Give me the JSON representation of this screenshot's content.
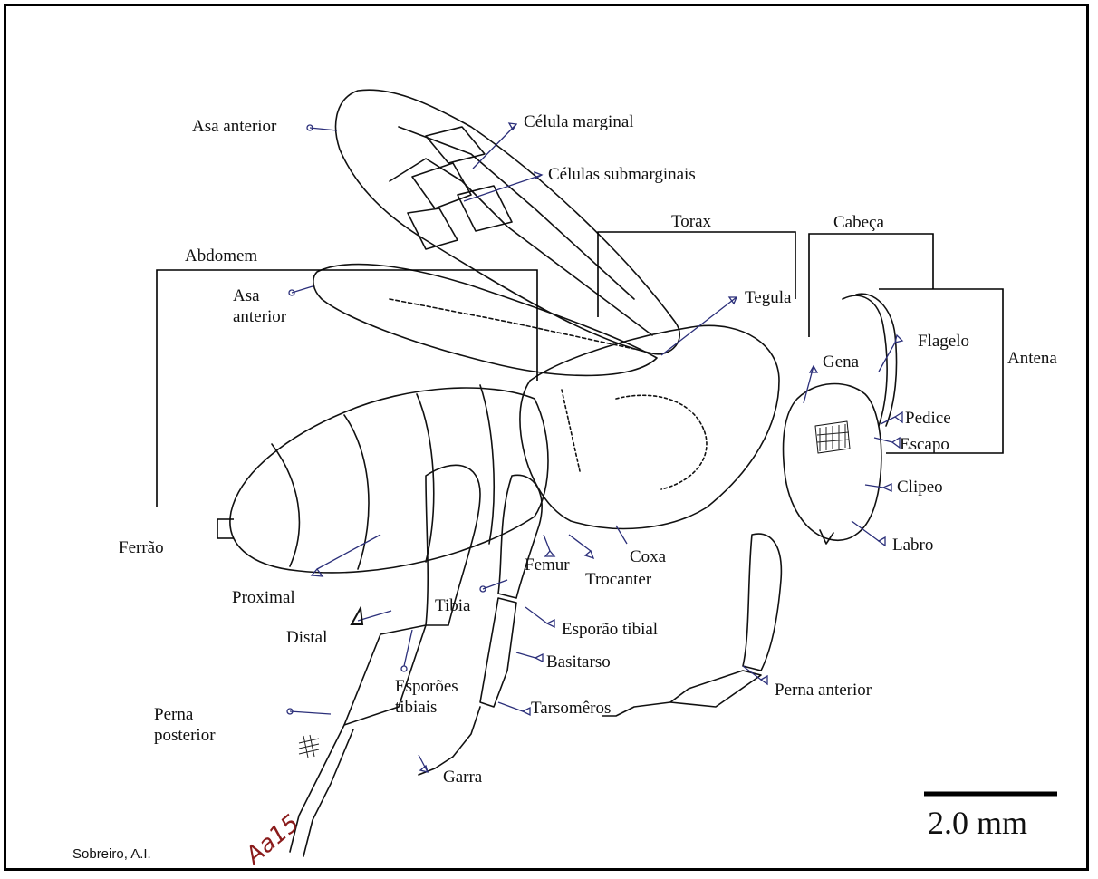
{
  "labels": {
    "asa_anterior_1": "Asa anterior",
    "celula_marginal": "Célula marginal",
    "celulas_submarginais": "Células submarginais",
    "torax": "Torax",
    "cabeca": "Cabeça",
    "abdomem": "Abdomem",
    "asa_anterior_2_line1": "Asa",
    "asa_anterior_2_line2": "anterior",
    "tegula": "Tegula",
    "flagelo": "Flagelo",
    "gena": "Gena",
    "antena": "Antena",
    "pedice": "Pedice",
    "escapo": "Escapo",
    "clipeo": "Clipeo",
    "labro": "Labro",
    "ferrao": "Ferrão",
    "coxa": "Coxa",
    "femur": "Femur",
    "trocanter": "Trocanter",
    "proximal": "Proximal",
    "tibia": "Tibia",
    "esporao_tibial": "Esporão tibial",
    "distal": "Distal",
    "basitarso": "Basitarso",
    "esporoes_tibiais_line1": "Esporões",
    "esporoes_tibiais_line2": "tibiais",
    "perna_anterior": "Perna anterior",
    "perna_posterior_line1": "Perna",
    "perna_posterior_line2": "posterior",
    "tarsomeros": "Tarsomêros",
    "garra": "Garra"
  },
  "scale_bar": {
    "label": "2.0 mm"
  },
  "credit": "Sobreiro, A.I.",
  "signature": "Aa15",
  "colors": {
    "line": "#111111",
    "pointer": "#2b2f7a",
    "signature": "#8a1b1b"
  }
}
